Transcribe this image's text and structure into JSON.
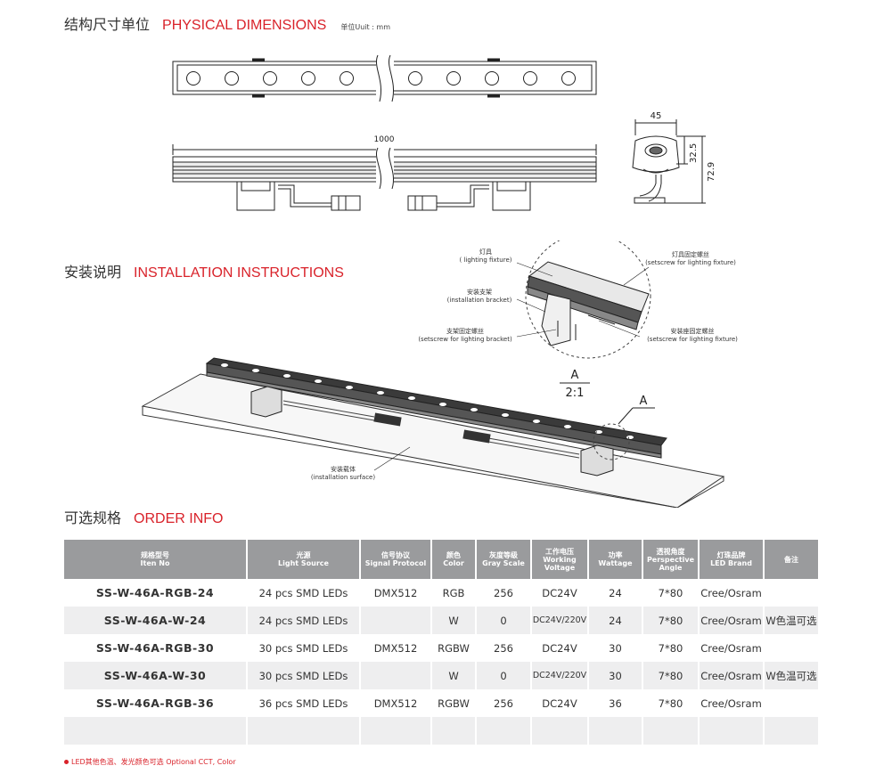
{
  "sections": {
    "dimensions": {
      "cn": "结构尺寸单位",
      "en": "PHYSICAL DIMENSIONS",
      "unit": "单位Uuit : mm"
    },
    "installation": {
      "cn": "安装说明",
      "en": "INSTALLATION INSTRUCTIONS"
    },
    "order": {
      "cn": "可选规格",
      "en": "ORDER INFO"
    }
  },
  "dimension_labels": {
    "length": "1000",
    "width": "45",
    "height_short": "32.5",
    "height_total": "72.9"
  },
  "install_labels": {
    "fixture_cn": "灯具",
    "fixture_en": "( lighting fixture)",
    "screw_fixture_cn": "灯具固定螺丝",
    "screw_fixture_en": "(setscrew for lighting fixture)",
    "bracket_cn": "安装支架",
    "bracket_en": "(installation bracket)",
    "screw_bracket_cn": "支架固定螺丝",
    "screw_bracket_en": "(setscrew for lighting bracket)",
    "seat_screw_cn": "安装座固定螺丝",
    "seat_screw_en": "(setscrew for lighting fixture)",
    "surface_cn": "安装载体",
    "surface_en": "(installation surface)",
    "detail_a": "A",
    "detail_scale": "2:1",
    "callout_a": "A"
  },
  "table": {
    "headers": [
      {
        "cn": "规格型号",
        "en": "Iten No"
      },
      {
        "cn": "光源",
        "en": "Light Source"
      },
      {
        "cn": "信号协议",
        "en": "Signal Protocol"
      },
      {
        "cn": "颜色",
        "en": "Color"
      },
      {
        "cn": "灰度等级",
        "en": "Gray Scale"
      },
      {
        "cn": "工作电压",
        "en": "Working Voltage"
      },
      {
        "cn": "功率",
        "en": "Wattage"
      },
      {
        "cn": "透视角度",
        "en": "Perspective Angle"
      },
      {
        "cn": "灯珠品牌",
        "en": "LED Brand"
      },
      {
        "cn": "备注",
        "en": ""
      }
    ],
    "rows": [
      [
        "SS-W-46A-RGB-24",
        "24 pcs SMD LEDs",
        "DMX512",
        "RGB",
        "256",
        "DC24V",
        "24",
        "7*80",
        "Cree/Osram",
        ""
      ],
      [
        "SS-W-46A-W-24",
        "24 pcs SMD LEDs",
        "",
        "W",
        "0",
        "DC24V/220V",
        "24",
        "7*80",
        "Cree/Osram",
        "W色温可选"
      ],
      [
        "SS-W-46A-RGB-30",
        "30 pcs SMD LEDs",
        "DMX512",
        "RGBW",
        "256",
        "DC24V",
        "30",
        "7*80",
        "Cree/Osram",
        ""
      ],
      [
        "SS-W-46A-W-30",
        "30 pcs SMD LEDs",
        "",
        "W",
        "0",
        "DC24V/220V",
        "30",
        "7*80",
        "Cree/Osram",
        "W色温可选"
      ],
      [
        "SS-W-46A-RGB-36",
        "36 pcs SMD LEDs",
        "DMX512",
        "RGBW",
        "256",
        "DC24V",
        "36",
        "7*80",
        "Cree/Osram",
        ""
      ],
      [
        "",
        "",
        "",
        "",
        "",
        "",
        "",
        "",
        "",
        ""
      ]
    ]
  },
  "footnote": "LED其他色温、发光颜色可选 Optional CCT, Color",
  "colors": {
    "accent": "#d9222a",
    "header_bg": "#9a9b9d",
    "row_alt": "#eeeeef"
  }
}
